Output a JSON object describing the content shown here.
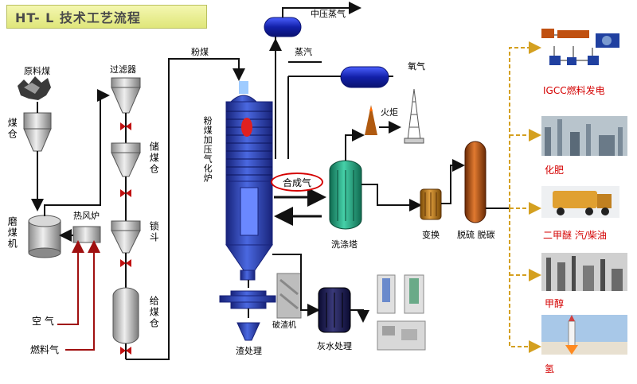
{
  "title": "HT- L 技术工艺流程",
  "labels": {
    "raw_coal": "原料煤",
    "coal_bin": "煤仓",
    "filter": "过滤器",
    "storage_bin": "储煤仓",
    "lock_hopper": "锁斗",
    "feed_bin": "给煤仓",
    "mill": "磨煤机",
    "hot_stove": "热风炉",
    "air": "空 气",
    "fuel_gas": "燃料气",
    "pulverized_coal": "粉煤",
    "gasifier": "粉煤加压气化炉",
    "mp_steam": "中压蒸气",
    "steam": "蒸汽",
    "oxygen": "氧气",
    "flare": "火炬",
    "syngas": "合成气",
    "scrubber": "洗涤塔",
    "shift": "变换",
    "desulf": "脱硫 脱碳",
    "crusher": "破渣机",
    "slag": "渣处理",
    "ash_water": "灰水处理",
    "igcc": "IGCC燃料发电",
    "fertilizer": "化肥",
    "dme": "二甲醚 汽/柴油",
    "methanol": "甲醇",
    "hydrogen": "氢"
  },
  "colors": {
    "pipe": "#111111",
    "red_pipe": "#a01010",
    "dash": "#d4a020",
    "gasifier": "#3050c0",
    "scrubber": "#20a080",
    "tower": "#c05010",
    "vessel_grey": "#c8c8c8",
    "drum_blue": "#1a2cc0",
    "valve": "#c01010"
  }
}
